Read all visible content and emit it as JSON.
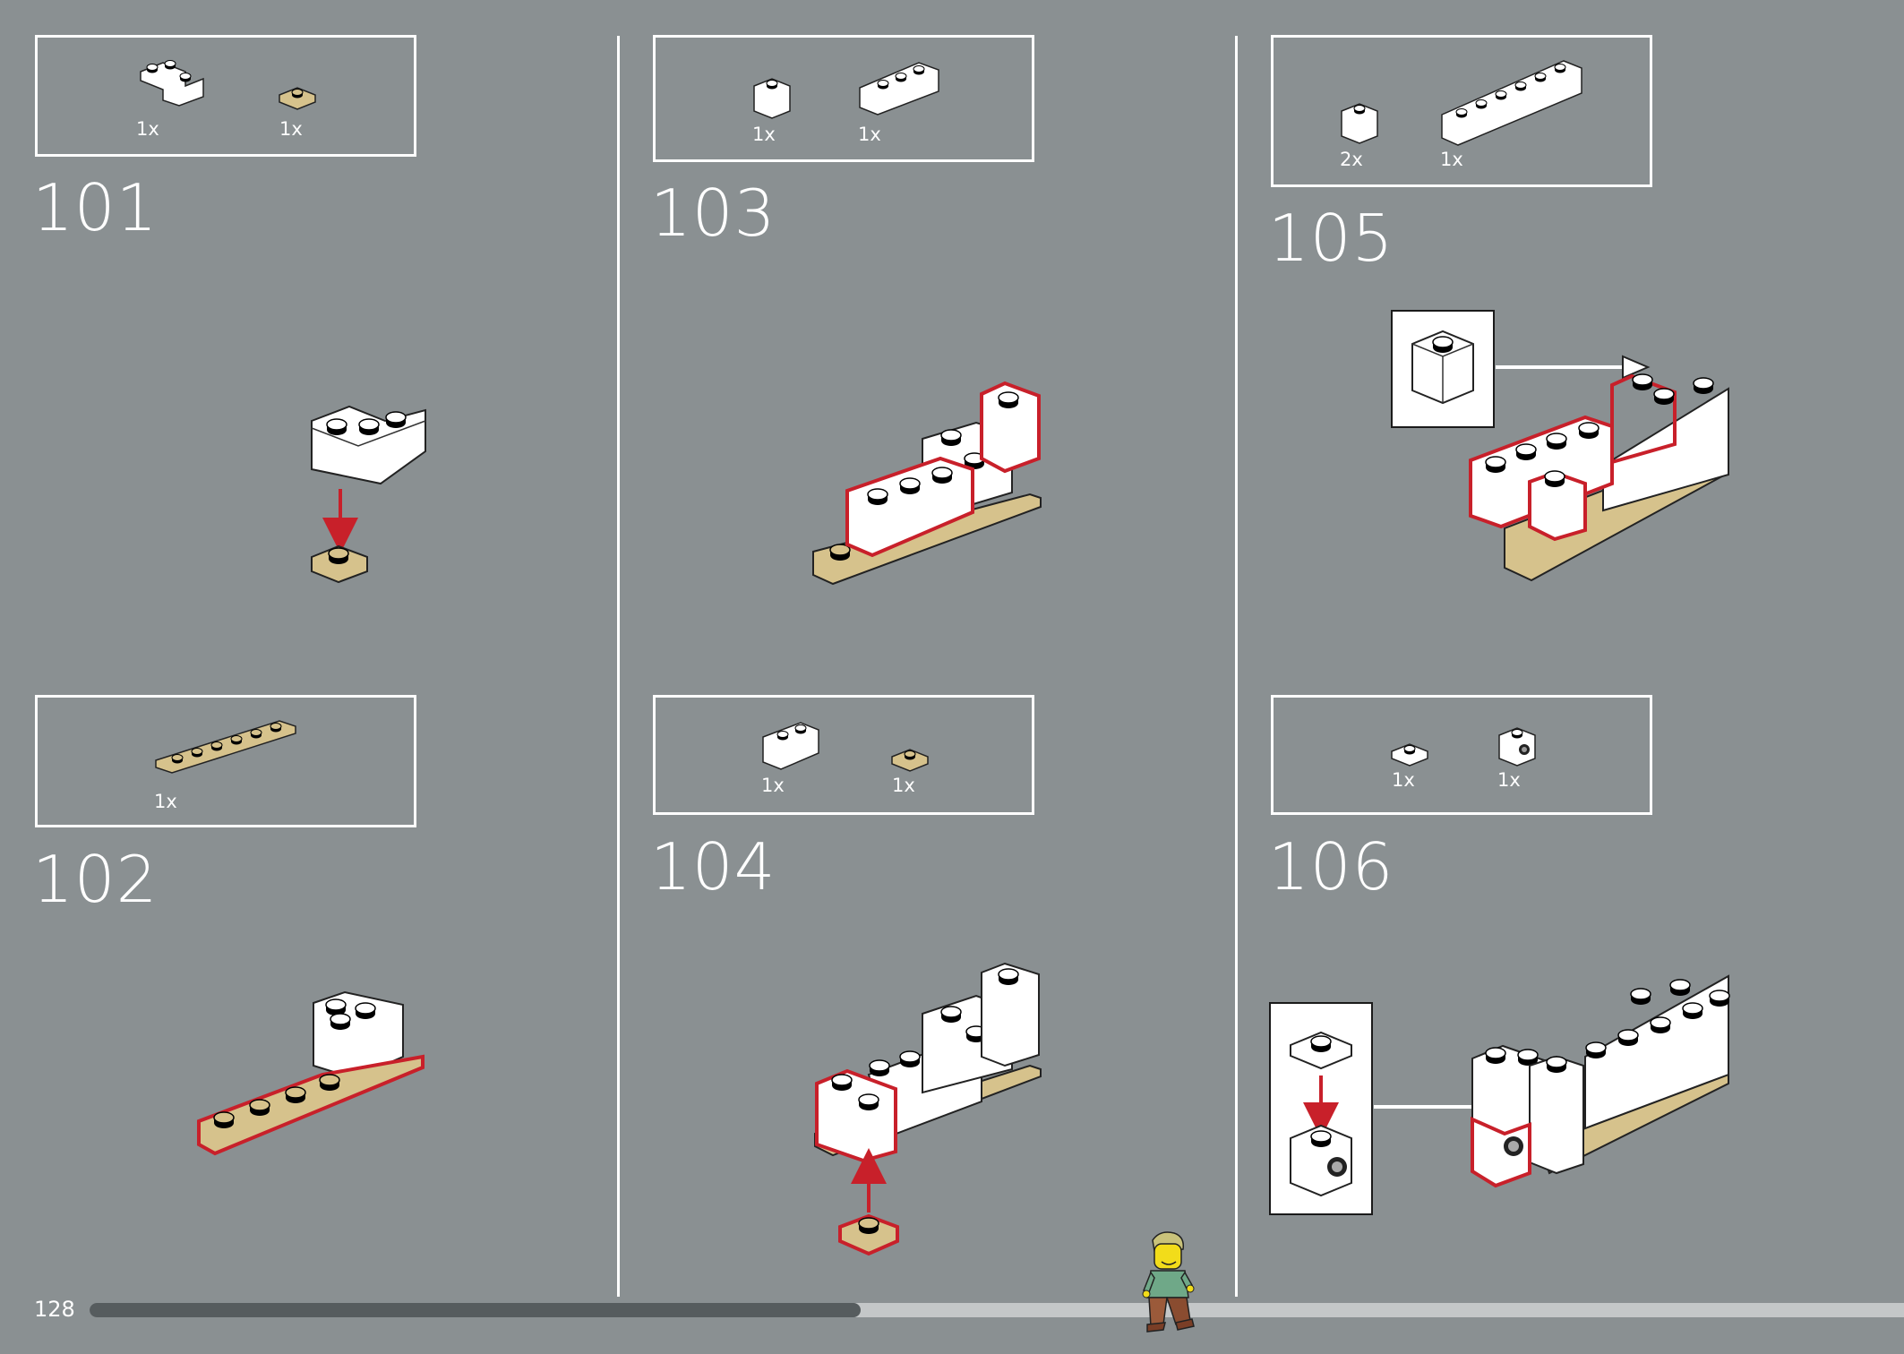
{
  "page": {
    "number": "128"
  },
  "progress": {
    "fraction": 0.425
  },
  "colors": {
    "background": "#8a9092",
    "highlight": "#c8202a",
    "brick_white": "#ffffff",
    "brick_tan": "#d6c28c",
    "progress_done": "#565c5e",
    "progress_remaining": "#c4c7c8"
  },
  "steps": [
    {
      "number": "101",
      "parts": [
        {
          "qty": "1x",
          "part": "white-corner-brick-icon"
        },
        {
          "qty": "1x",
          "part": "tan-plate-1x1-icon"
        }
      ]
    },
    {
      "number": "102",
      "parts": [
        {
          "qty": "1x",
          "part": "tan-plate-1x6-icon"
        }
      ]
    },
    {
      "number": "103",
      "parts": [
        {
          "qty": "1x",
          "part": "white-brick-1x1-icon"
        },
        {
          "qty": "1x",
          "part": "white-brick-1x3-icon"
        }
      ]
    },
    {
      "number": "104",
      "parts": [
        {
          "qty": "1x",
          "part": "white-brick-1x2-icon"
        },
        {
          "qty": "1x",
          "part": "tan-plate-1x1-icon"
        }
      ]
    },
    {
      "number": "105",
      "parts": [
        {
          "qty": "2x",
          "part": "white-brick-1x1-icon"
        },
        {
          "qty": "1x",
          "part": "white-brick-1x6-icon"
        }
      ]
    },
    {
      "number": "106",
      "parts": [
        {
          "qty": "1x",
          "part": "white-plate-1x1-icon"
        },
        {
          "qty": "1x",
          "part": "white-brick-headlight-icon"
        }
      ]
    }
  ]
}
